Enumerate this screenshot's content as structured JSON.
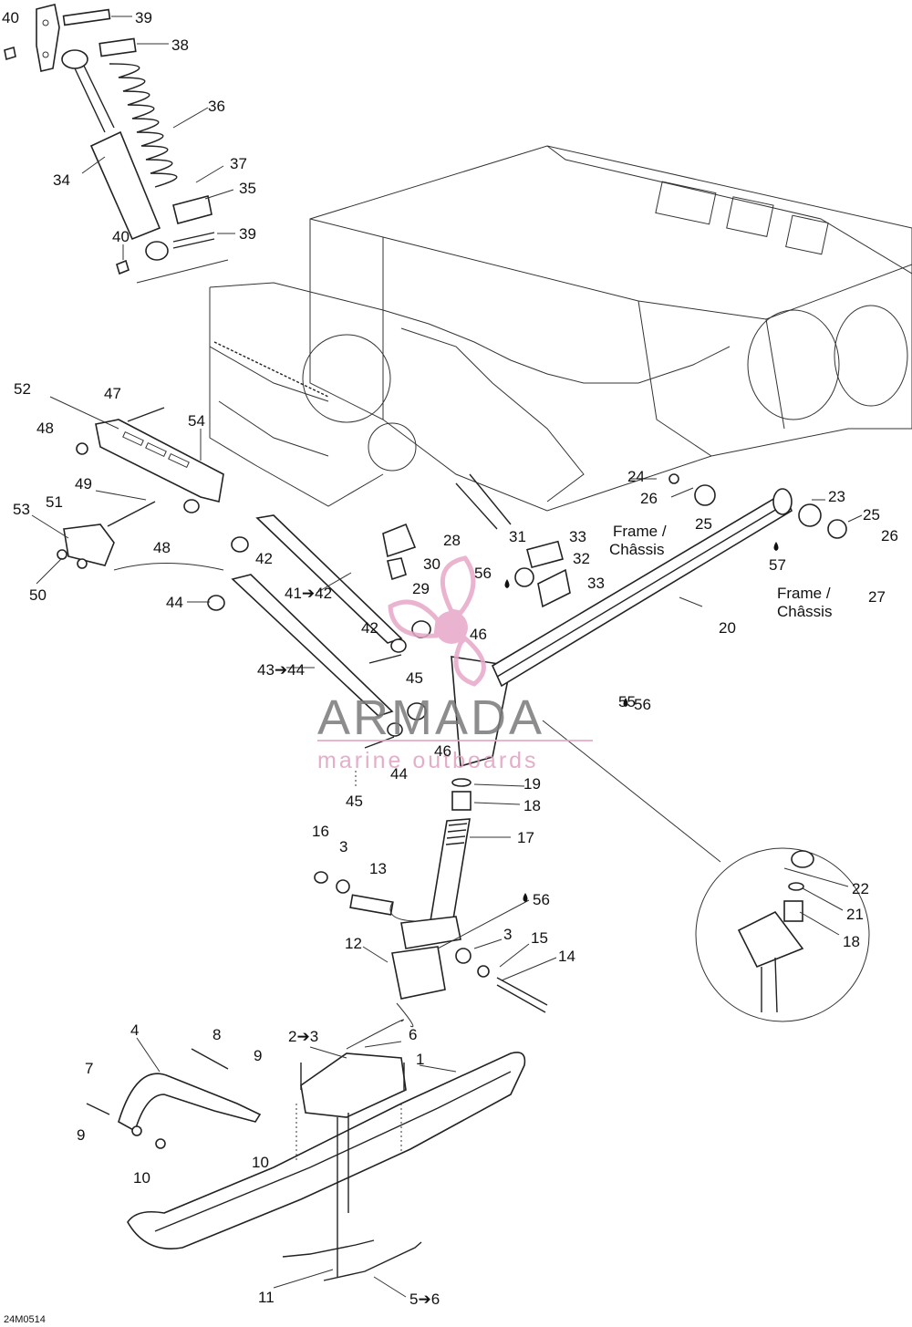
{
  "diagram": {
    "drawing_code": "24M0514",
    "frame_label_line1": "Frame /",
    "frame_label_line2": "Châssis",
    "watermark": {
      "brand": "ARMADA",
      "tagline": "marine outboards",
      "accent_color": "#e7a8c8",
      "text_color": "#7a7a7a"
    },
    "callouts": [
      "40",
      "39",
      "38",
      "36",
      "34",
      "37",
      "35",
      "40",
      "39",
      "52",
      "47",
      "54",
      "48",
      "49",
      "53",
      "51",
      "48",
      "50",
      "42",
      "41➔42",
      "44",
      "43➔44",
      "28",
      "30",
      "29",
      "31",
      "33",
      "32",
      "56",
      "33",
      "42",
      "46",
      "45",
      "46",
      "44",
      "45",
      "24",
      "26",
      "25",
      "23",
      "25",
      "26",
      "57",
      "27",
      "20",
      "55",
      "56",
      "19",
      "18",
      "17",
      "16",
      "3",
      "13",
      "56",
      "12",
      "3",
      "15",
      "14",
      "22",
      "21",
      "18",
      "4",
      "8",
      "9",
      "7",
      "9",
      "10",
      "10",
      "2➔3",
      "6",
      "1",
      "11",
      "5➔6"
    ],
    "line_color": "#222222"
  }
}
